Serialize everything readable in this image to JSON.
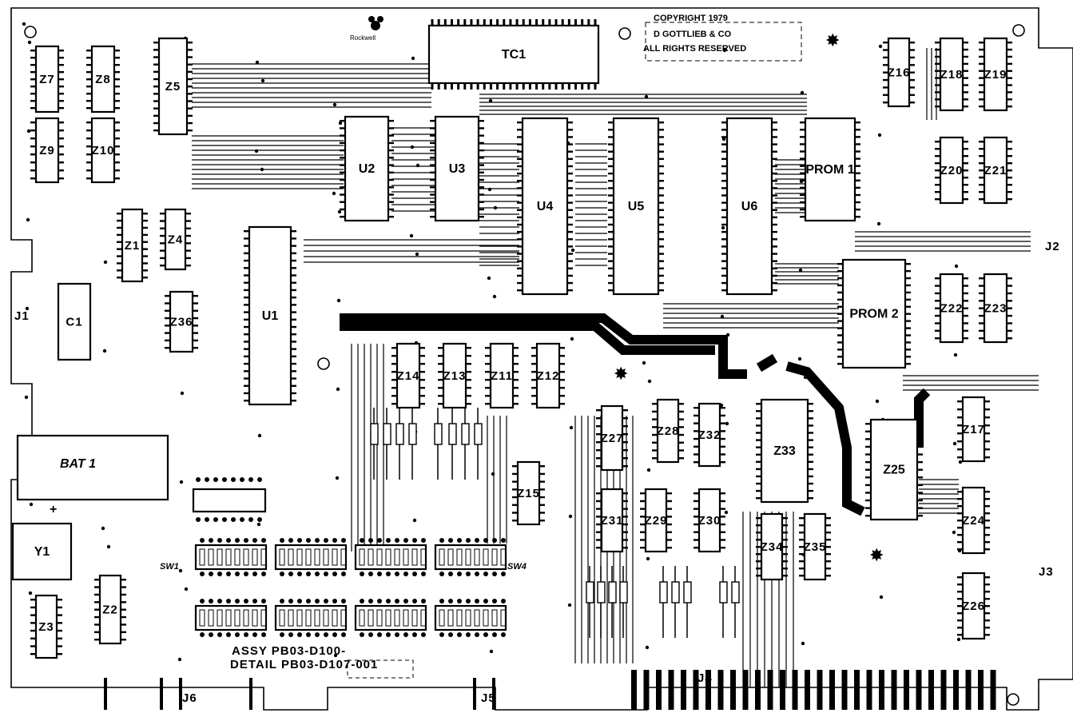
{
  "board": {
    "copyright": [
      "COPYRIGHT 1979",
      "D GOTTLIEB & CO",
      "ALL RIGHTS RESERVED"
    ],
    "rockwell": "Rockwell",
    "assembly": "ASSY PB03-D100-",
    "detail": "DETAIL PB03-D107-001",
    "switch_left": "SW1",
    "switch_right": "SW4",
    "battery": "BAT 1",
    "plus": "+",
    "connectors": [
      "J1",
      "J2",
      "J3",
      "J4",
      "J5",
      "J6"
    ],
    "chips": [
      "TC1",
      "U1",
      "U2",
      "U3",
      "U4",
      "U5",
      "U6",
      "PROM 1",
      "PROM 2",
      "Z1",
      "Z2",
      "Z3",
      "Z4",
      "Z5",
      "Z7",
      "Z8",
      "Z9",
      "Z10",
      "Z11",
      "Z12",
      "Z13",
      "Z14",
      "Z15",
      "Z16",
      "Z17",
      "Z18",
      "Z19",
      "Z20",
      "Z21",
      "Z22",
      "Z23",
      "Z24",
      "Z25",
      "Z26",
      "Z27",
      "Z28",
      "Z29",
      "Z30",
      "Z31",
      "Z32",
      "Z33",
      "Z34",
      "Z35",
      "Z36",
      "Y1",
      "C1"
    ]
  }
}
